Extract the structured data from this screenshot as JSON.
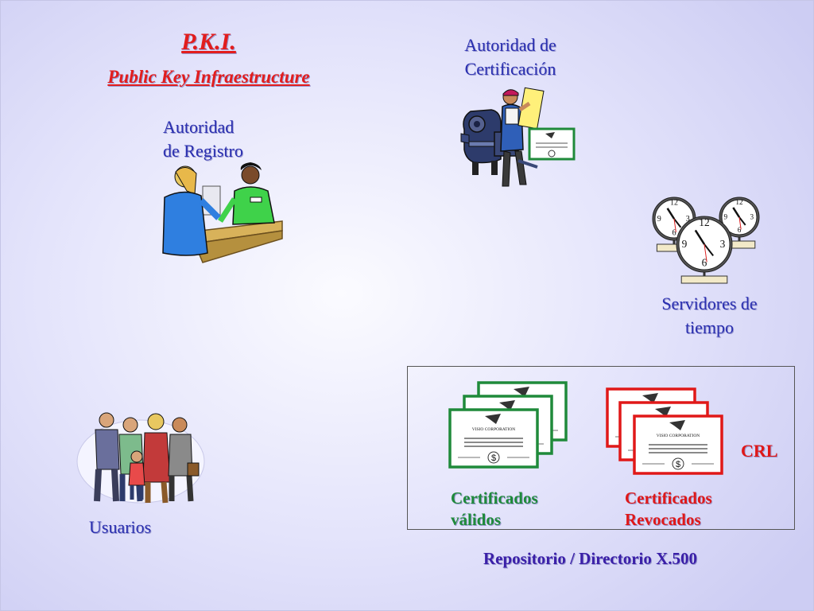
{
  "title": {
    "main": "P.K.I.",
    "subtitle": "Public Key Infraestructure"
  },
  "nodes": {
    "ca": {
      "line1": "Autoridad de",
      "line2": "Certificación"
    },
    "ra": {
      "line1": "Autoridad",
      "line2": "de Registro"
    },
    "ts": {
      "line1": "Servidores de",
      "line2": "tiempo"
    },
    "users": {
      "label": "Usuarios"
    }
  },
  "repository": {
    "valid": {
      "line1": "Certificados",
      "line2": "válidos"
    },
    "revoked": {
      "line1": "Certificados",
      "line2": "Revocados"
    },
    "crl": "CRL",
    "caption": "Repositorio / Directorio X.500"
  },
  "certificate": {
    "issuer": "VISIO CORPORATION",
    "symbol": "$"
  },
  "clock": {
    "n12": "12",
    "n3": "3",
    "n6": "6",
    "n9": "9"
  },
  "colors": {
    "title": "#e21d1d",
    "label": "#2a2fb0",
    "valid": "#1f8a3a",
    "revoked": "#e01818",
    "caption": "#3a1fa8"
  }
}
